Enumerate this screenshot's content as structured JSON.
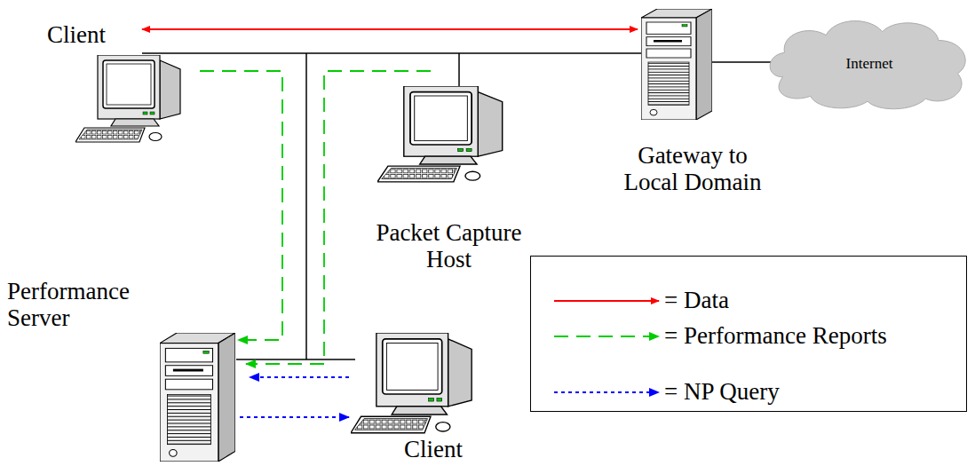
{
  "diagram": {
    "nodes": [
      {
        "text": [
          "Client"
        ]
      },
      {
        "text": [
          "Gateway to Local Domain"
        ]
      },
      {
        "text": [
          "Internet"
        ]
      },
      {
        "text": [
          "Packet Capture Host"
        ]
      },
      {
        "text": [
          "Performance Server"
        ]
      },
      {
        "text": [
          "Client"
        ]
      }
    ],
    "edges": [
      {
        "from": 0,
        "to": 1,
        "arrow": "both"
      },
      {
        "from": 1,
        "to": 2,
        "arrow": "none"
      },
      {
        "from": 0,
        "to": 4,
        "arrow": "to"
      },
      {
        "from": 3,
        "to": 4,
        "arrow": "to"
      },
      {
        "from": 5,
        "to": 4,
        "arrow": "to"
      },
      {
        "from": 4,
        "to": 5,
        "arrow": "to"
      }
    ],
    "legend": [
      {
        "text": "= Data"
      },
      {
        "text": "= Performance Reports"
      },
      {
        "text": "= NP Query"
      }
    ]
  }
}
